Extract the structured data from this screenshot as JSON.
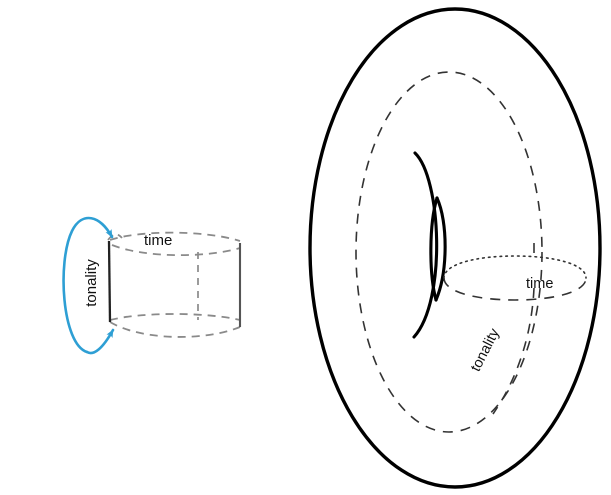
{
  "figure": {
    "kind": "geometry-diagram",
    "background_color": "#ffffff",
    "panels": [
      {
        "id": "cylinder",
        "name": "cylinder-panel",
        "description": "Open cylinder with a blue loop arrow indicating the tonality identification"
      },
      {
        "id": "torus",
        "name": "torus-panel",
        "description": "Torus obtained by gluing the cylinder ends, shown in three-quarter view"
      }
    ]
  },
  "cylinder": {
    "time_label": "time",
    "tonality_label": "tonality",
    "edge_color": "#222222",
    "dash_color": "#8a8a8a",
    "arrow_color": "#2e9fd4"
  },
  "torus": {
    "time_label": "time",
    "tonality_label": "tonality",
    "outline_color": "#000000",
    "dash_color": "#333333"
  },
  "colors": {
    "accent_blue": "#2e9fd4",
    "outline_black": "#000000",
    "dash_gray": "#8a8a8a",
    "text_black": "#111111",
    "background": "#ffffff"
  }
}
